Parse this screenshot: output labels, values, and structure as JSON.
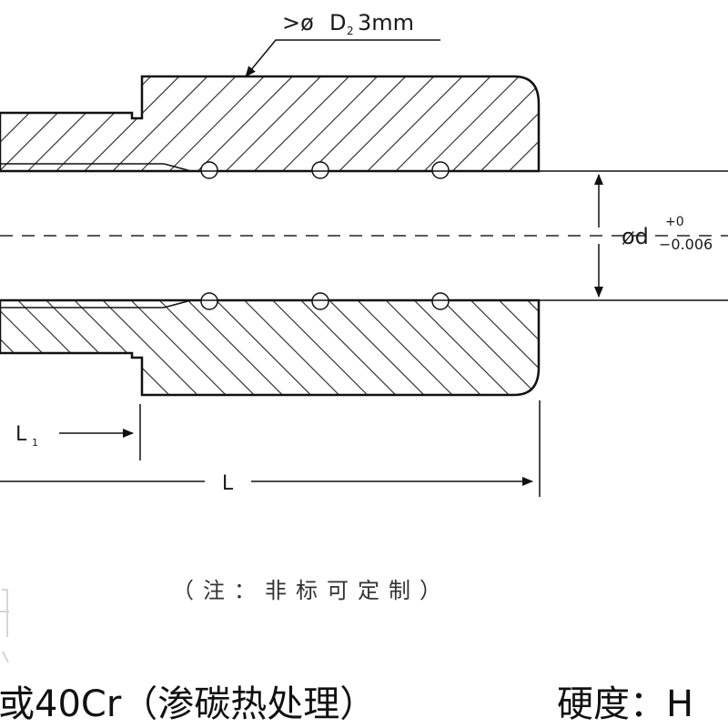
{
  "diagram": {
    "callout": {
      "symbol": ">ø",
      "letter": "D",
      "subscript": "2",
      "value": "3mm"
    },
    "bore": {
      "symbol": "ød",
      "upper_tolerance": "+0",
      "lower_tolerance": "−0.006"
    },
    "dimensions": {
      "length_total": "L",
      "length_step_letter": "L",
      "length_step_subscript": "1"
    },
    "note": "（注：非标可定制）",
    "footer": {
      "material": "或40Cr（渗碳热处理）",
      "hardness": "硬度：H"
    }
  }
}
